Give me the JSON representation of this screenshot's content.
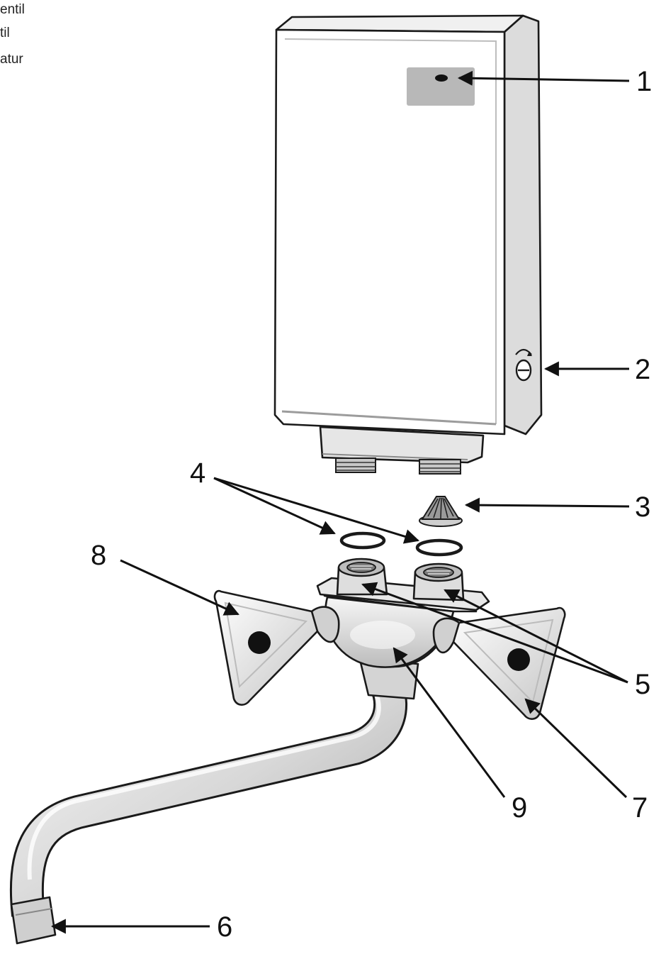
{
  "corner_text": [
    "entil",
    "til",
    "atur"
  ],
  "callouts": [
    "1",
    "2",
    "3",
    "4",
    "5",
    "6",
    "7",
    "8",
    "9"
  ],
  "colors": {
    "outline": "#1a1a1a",
    "body_white": "#ffffff",
    "body_side": "#dcdcdc",
    "display_window": "#b8b8b8",
    "chrome_light": "#f2f2f2",
    "chrome_mid": "#d6d6d6",
    "chrome_dark": "#a9a9a9"
  }
}
